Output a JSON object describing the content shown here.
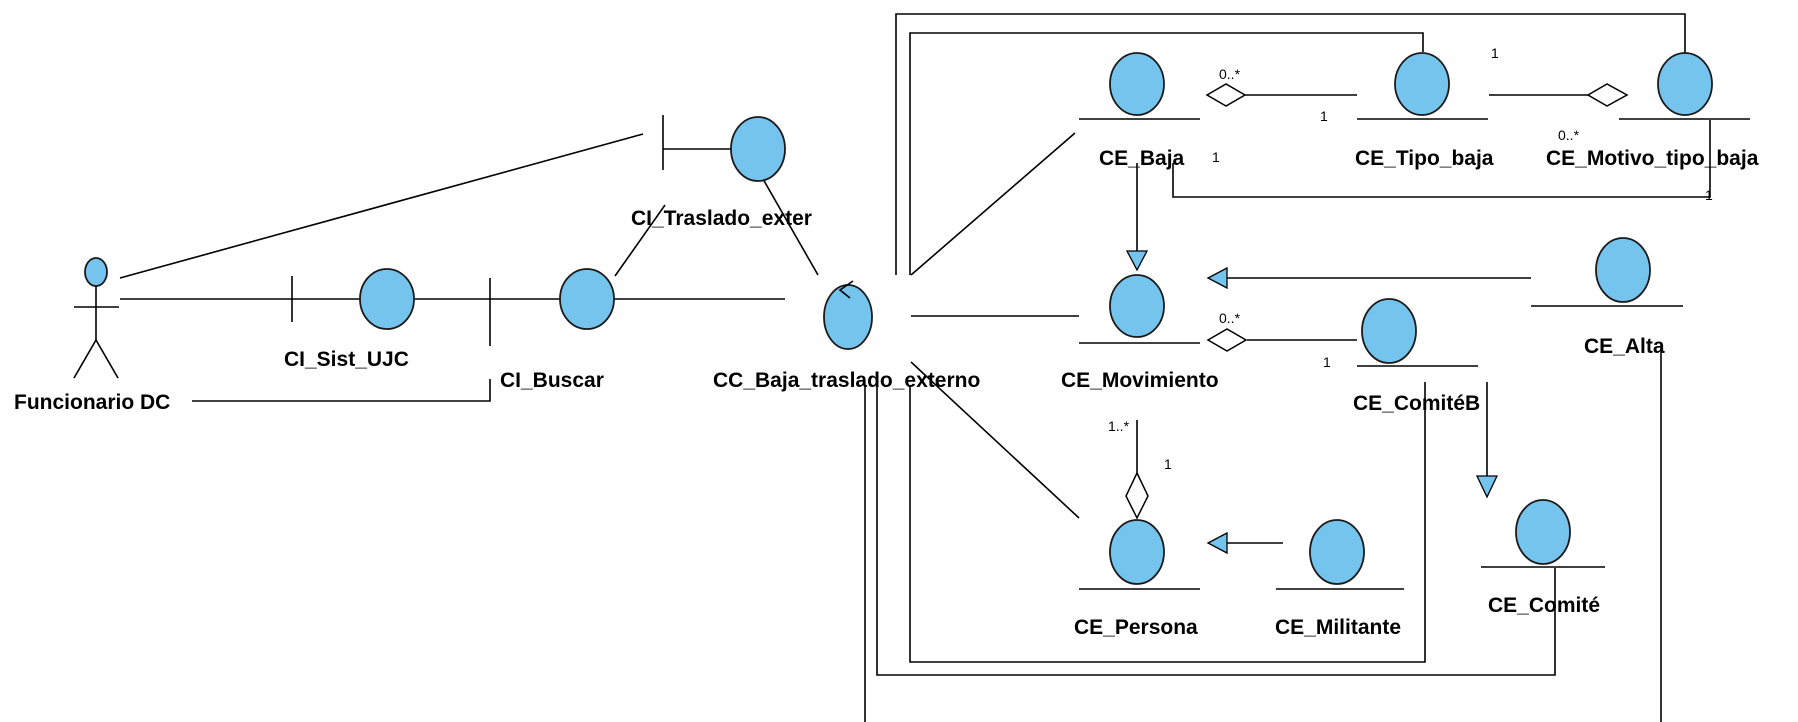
{
  "colors": {
    "element_fill": "#74c4ee",
    "line": "#000000",
    "background": "#ffffff"
  },
  "diagram": {
    "actor": {
      "name": "Funcionario DC",
      "icon": "stick-figure-actor-icon"
    },
    "boundaries": [
      {
        "id": "sist",
        "name": "CI_Sist_UJC",
        "icon": "boundary-class-icon"
      },
      {
        "id": "buscar",
        "name": "CI_Buscar",
        "icon": "boundary-class-icon"
      },
      {
        "id": "traslado",
        "name": "CI_Traslado_exter",
        "icon": "boundary-class-icon"
      }
    ],
    "controls": [
      {
        "id": "ctrl",
        "name": "CC_Baja_traslado_externo",
        "icon": "control-class-icon"
      }
    ],
    "entities": [
      {
        "id": "baja",
        "name": "CE_Baja"
      },
      {
        "id": "tipo",
        "name": "CE_Tipo_baja"
      },
      {
        "id": "motivo",
        "name": "CE_Motivo_tipo_baja"
      },
      {
        "id": "alta",
        "name": "CE_Alta"
      },
      {
        "id": "mov",
        "name": "CE_Movimiento"
      },
      {
        "id": "comiteb",
        "name": "CE_ComitéB"
      },
      {
        "id": "comite",
        "name": "CE_Comité"
      },
      {
        "id": "persona",
        "name": "CE_Persona"
      },
      {
        "id": "militante",
        "name": "CE_Militante"
      }
    ],
    "multiplicities": {
      "baja_tipo_star": "0..*",
      "baja_tipo_one": "1",
      "tipo_motivo_one": "1",
      "tipo_motivo_star": "0..*",
      "baja_motivo_left": "1",
      "baja_motivo_right": "1",
      "mov_comiteb_star": "0..*",
      "mov_comiteb_one": "1",
      "mov_persona_star": "1..*",
      "mov_persona_one": "1"
    }
  }
}
